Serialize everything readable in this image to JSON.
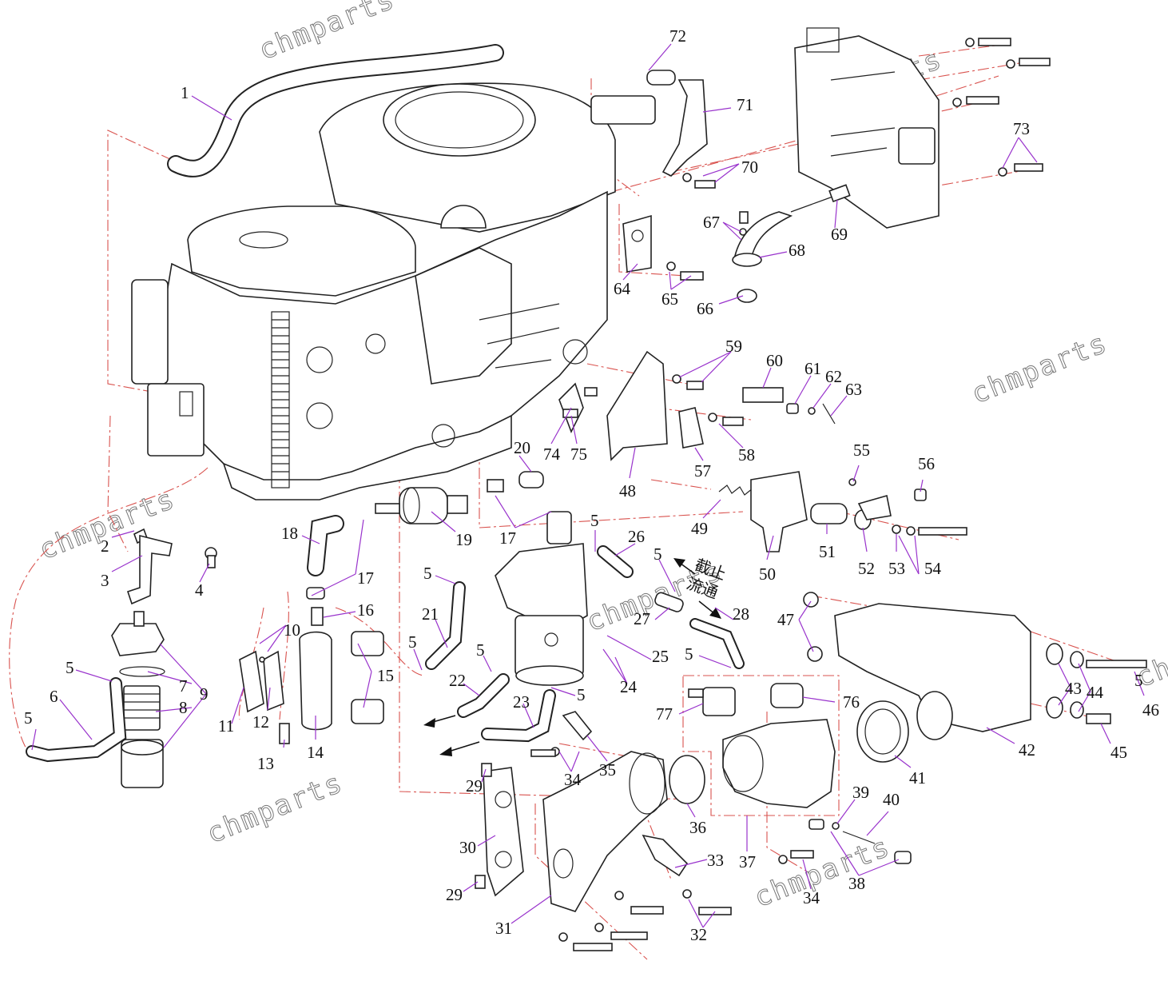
{
  "watermark": "chmparts",
  "flow_note": {
    "line1": "截止",
    "line2": "流通"
  },
  "colors": {
    "leader": "#9933cc",
    "assembly_line": "#d9534f",
    "outline": "#222222"
  },
  "callouts": [
    {
      "id": "c1",
      "label": "1"
    },
    {
      "id": "c2",
      "label": "2"
    },
    {
      "id": "c3",
      "label": "3"
    },
    {
      "id": "c4",
      "label": "4"
    },
    {
      "id": "c5a",
      "label": "5"
    },
    {
      "id": "c5b",
      "label": "5"
    },
    {
      "id": "c5c",
      "label": "5"
    },
    {
      "id": "c5d",
      "label": "5"
    },
    {
      "id": "c5e",
      "label": "5"
    },
    {
      "id": "c5f",
      "label": "5"
    },
    {
      "id": "c5g",
      "label": "5"
    },
    {
      "id": "c5h",
      "label": "5"
    },
    {
      "id": "c5i",
      "label": "5"
    },
    {
      "id": "c5j",
      "label": "5"
    },
    {
      "id": "c6",
      "label": "6"
    },
    {
      "id": "c7",
      "label": "7"
    },
    {
      "id": "c8",
      "label": "8"
    },
    {
      "id": "c9",
      "label": "9"
    },
    {
      "id": "c10",
      "label": "10"
    },
    {
      "id": "c11",
      "label": "11"
    },
    {
      "id": "c12",
      "label": "12"
    },
    {
      "id": "c13",
      "label": "13"
    },
    {
      "id": "c14",
      "label": "14"
    },
    {
      "id": "c15",
      "label": "15"
    },
    {
      "id": "c16",
      "label": "16"
    },
    {
      "id": "c17a",
      "label": "17"
    },
    {
      "id": "c17b",
      "label": "17"
    },
    {
      "id": "c18",
      "label": "18"
    },
    {
      "id": "c19",
      "label": "19"
    },
    {
      "id": "c20",
      "label": "20"
    },
    {
      "id": "c21",
      "label": "21"
    },
    {
      "id": "c22",
      "label": "22"
    },
    {
      "id": "c23",
      "label": "23"
    },
    {
      "id": "c24",
      "label": "24"
    },
    {
      "id": "c25",
      "label": "25"
    },
    {
      "id": "c26",
      "label": "26"
    },
    {
      "id": "c27",
      "label": "27"
    },
    {
      "id": "c28",
      "label": "28"
    },
    {
      "id": "c29a",
      "label": "29"
    },
    {
      "id": "c29b",
      "label": "29"
    },
    {
      "id": "c30",
      "label": "30"
    },
    {
      "id": "c31",
      "label": "31"
    },
    {
      "id": "c32",
      "label": "32"
    },
    {
      "id": "c33",
      "label": "33"
    },
    {
      "id": "c34a",
      "label": "34"
    },
    {
      "id": "c34b",
      "label": "34"
    },
    {
      "id": "c35",
      "label": "35"
    },
    {
      "id": "c36",
      "label": "36"
    },
    {
      "id": "c37",
      "label": "37"
    },
    {
      "id": "c38",
      "label": "38"
    },
    {
      "id": "c39",
      "label": "39"
    },
    {
      "id": "c40",
      "label": "40"
    },
    {
      "id": "c41",
      "label": "41"
    },
    {
      "id": "c42",
      "label": "42"
    },
    {
      "id": "c43",
      "label": "43"
    },
    {
      "id": "c44",
      "label": "44"
    },
    {
      "id": "c45",
      "label": "45"
    },
    {
      "id": "c46",
      "label": "46"
    },
    {
      "id": "c47",
      "label": "47"
    },
    {
      "id": "c48",
      "label": "48"
    },
    {
      "id": "c49",
      "label": "49"
    },
    {
      "id": "c50",
      "label": "50"
    },
    {
      "id": "c51",
      "label": "51"
    },
    {
      "id": "c52",
      "label": "52"
    },
    {
      "id": "c53",
      "label": "53"
    },
    {
      "id": "c54",
      "label": "54"
    },
    {
      "id": "c55",
      "label": "55"
    },
    {
      "id": "c56",
      "label": "56"
    },
    {
      "id": "c57",
      "label": "57"
    },
    {
      "id": "c58",
      "label": "58"
    },
    {
      "id": "c59",
      "label": "59"
    },
    {
      "id": "c60",
      "label": "60"
    },
    {
      "id": "c61",
      "label": "61"
    },
    {
      "id": "c62",
      "label": "62"
    },
    {
      "id": "c63",
      "label": "63"
    },
    {
      "id": "c64",
      "label": "64"
    },
    {
      "id": "c65",
      "label": "65"
    },
    {
      "id": "c66",
      "label": "66"
    },
    {
      "id": "c67",
      "label": "67"
    },
    {
      "id": "c68",
      "label": "68"
    },
    {
      "id": "c69",
      "label": "69"
    },
    {
      "id": "c70",
      "label": "70"
    },
    {
      "id": "c71",
      "label": "71"
    },
    {
      "id": "c72",
      "label": "72"
    },
    {
      "id": "c73",
      "label": "73"
    },
    {
      "id": "c74",
      "label": "74"
    },
    {
      "id": "c75",
      "label": "75"
    },
    {
      "id": "c76",
      "label": "76"
    },
    {
      "id": "c77",
      "label": "77"
    }
  ]
}
